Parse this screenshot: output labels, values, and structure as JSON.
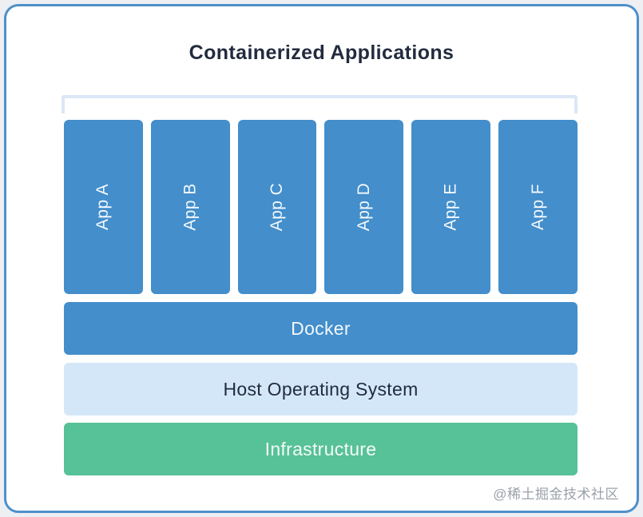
{
  "diagram": {
    "title": "Containerized Applications",
    "apps": [
      "App A",
      "App B",
      "App C",
      "App D",
      "App E",
      "App F"
    ],
    "layers": {
      "docker": "Docker",
      "host_os": "Host Operating System",
      "infrastructure": "Infrastructure"
    },
    "colors": {
      "container_blue": "#438ecb",
      "host_os_light_blue": "#d4e7f8",
      "infrastructure_green": "#57c198",
      "bracket_light_blue": "#dbe7f6",
      "card_border_blue": "#4e90cb",
      "title_navy": "#222b3e",
      "page_background": "#edeff3"
    }
  },
  "watermark": "@稀土掘金技术社区"
}
